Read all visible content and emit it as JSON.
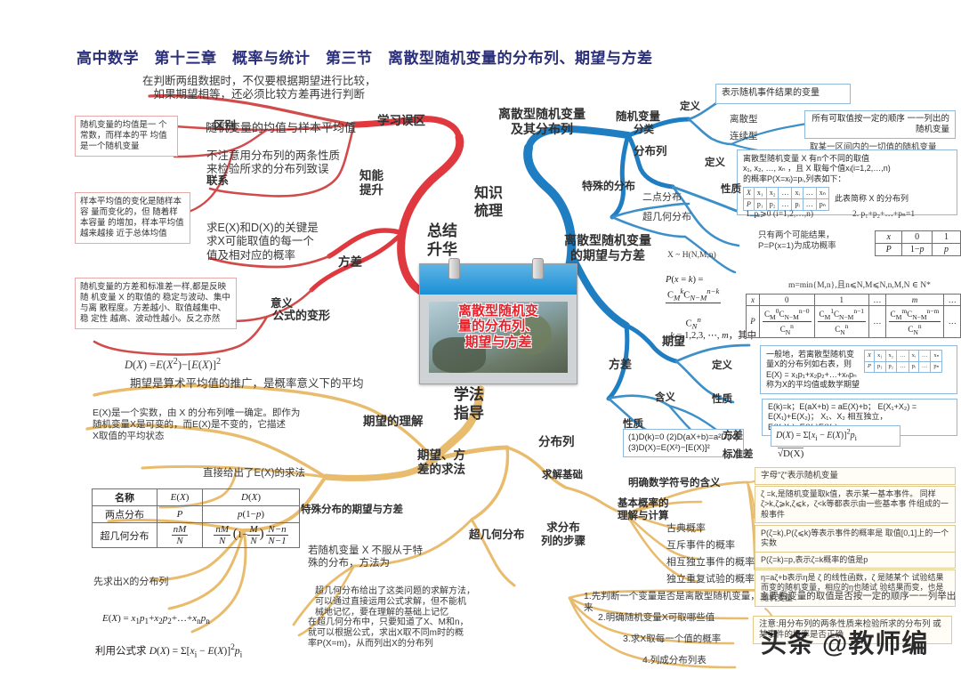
{
  "header": {
    "title": "高中数学　第十三章　概率与统计　第三节　离散型随机变量的分布列、期望与方差"
  },
  "center_card": {
    "line1": "离散型随机变",
    "line2": "量的分布列、",
    "line3": "期望与方差"
  },
  "watermark": "头条 @教师编",
  "colors": {
    "red_branch": "#e0383f",
    "blue_branch": "#1f7ec2",
    "orange_branch": "#e9bb6c",
    "title": "#2b2f7a",
    "card_accent": "#1b8fd6"
  },
  "branches": {
    "summary": "总结\n升华",
    "knowledge": "知识\n梳理",
    "method": "学法\n指导"
  },
  "red": {
    "misconception_node": "学习误区",
    "ability_node": "知能\n提升",
    "top_text": "在判断两组数据时，不仅要根据期望进行比较，\n如果期望相等，还必须比较方差再进行判断",
    "diff_label": "区别",
    "link_label": "联系",
    "mean_node": "随机变量的均值与样本平均值",
    "box_diff": "随机变量的均值是一\n个常数，而样本的平\n均值是一个随机变量",
    "box_link": "样本平均值的变化是随样本容\n量而变化的，但 随着样本容量\n的增加，样本平均值越来越接\n近于总体均值",
    "check_text": "不注意用分布列的两条性质\n来检验所求的分布列致误",
    "key_text": "求E(X)和D(X)的关键是\n求X可能取值的每一个\n值及相对应的概率",
    "variance_node": "方差",
    "meaning_label": "意义",
    "formula_node": "公式的变形",
    "box_variance": "随机变量的方差和标准差一样,都是反映随\n机变量 X 的取值的 稳定与波动、集中与离\n散程度。方差越小、取值越集中、稳 定性\n越高、波动性越小。反之亦然",
    "formula": "D(X) = E(X²) − [E(X)]²"
  },
  "blue": {
    "dist_node": "离散型随机变量\n及其分布列",
    "rv_node": "随机变量",
    "def_label1": "定义",
    "box_def1": "表示随机事件结果的变量",
    "class_label": "分类",
    "discrete": "离散型",
    "continuous": "连续型",
    "box_discrete": "所有可取值按一定的顺序\n一一列出的随机变量",
    "box_continuous": "取某一区间内的一切值的随机变量",
    "dlist_node": "分布列",
    "def_label2": "定义",
    "box_dlist_def": "离散型随机变量 X 有n个不同的取值\nx₁, x₂, …, xₙ ，且 X 取每个值xᵢ(i=1,2,…,n)\n的概率P(X=xᵢ)=pᵢ,列表如下：",
    "dlist_table_caption": "此表简称 X 的分布列",
    "dlist_table": {
      "row_x": [
        "X",
        "x₁",
        "x₂",
        "…",
        "xᵢ",
        "…",
        "xₙ"
      ],
      "row_p": [
        "P",
        "p₁",
        "p₂",
        "…",
        "pᵢ",
        "…",
        "pₙ"
      ]
    },
    "prop_label": "性质",
    "prop1": "1. pᵢ⩾0 (i=1,2,…,n)",
    "prop2": "2. p₁+p₂+…+pₙ=1",
    "special_node": "特殊的分布",
    "twopoint": "二点分布",
    "hyper": "超几何分布",
    "twopoint_text": "只有两个可能结果，\nP=P(x=1)为成功概率",
    "twopoint_table": {
      "row_x": [
        "x",
        "0",
        "1"
      ],
      "row_p": [
        "P",
        "1−p",
        "p"
      ]
    },
    "hyper_formula_line1": "X ~ H(N,M,n)",
    "hyper_formula_line2": "P(x = k) = C_M^k C_{N−M}^{n−k} / C_N^n , k = 1,2,3, …, m，其中",
    "hyper_formula_line3": "m=min{M,n},且n⩽N,M⩽N,n,M,N ∈ N*",
    "hyper_table": {
      "row_x": [
        "x",
        "0",
        "1",
        "…",
        "m",
        "…"
      ],
      "row_p": [
        "P",
        "C_M^0C_{N−M}^{n−0}/C_N^n",
        "C_M^1C_{N−M}^{n−1}/C_N^n",
        "…",
        "C_M^mC_{N−M}^{n−m}/C_N^n",
        "…"
      ]
    },
    "ev_node": "离散型随机变量\n的期望与方差",
    "exp_node": "期望",
    "var_node": "方差",
    "exp_def_label": "定义",
    "box_exp_def": "一般地，若离散型随机变\n量X的分布列如右表，则\nE(X) = x₁p₁+x₂p₂+…+xₙpₙ\n称为X的平均值或数学期望",
    "exp_def_table": {
      "row_x": [
        "X",
        "x₁",
        "x₂",
        "…",
        "xᵢ",
        "…",
        "xₙ"
      ],
      "row_p": [
        "P",
        "p₁",
        "p₂",
        "…",
        "pᵢ",
        "…",
        "pₙ"
      ]
    },
    "exp_prop_label": "性质",
    "box_exp_prop": "E(k)=k；E(aX+b) = aE(X)+b；\nE(X₁+X₂) = E(X₁)+E(X₂)；\nX₁、X₂ 相互独立，E(X₁X₂)=E(X₁)E(X₂)",
    "var_meaning_label": "含义",
    "var_prop_label": "性质",
    "box_var_prop": "(1)D(k)=0\n(2)D(aX+b)=a²D(X)\n(3)D(X)=E(X²)−[E(X)]²",
    "var_sub_label": "方差",
    "var_formula": "D(X) = Σ[xᵢ − E(X)]²pᵢ",
    "std_label": "标准差",
    "std_formula": "√D(X)"
  },
  "orange": {
    "exp_general": "期望是算术平均值的推广，是概率意义下的平均",
    "box_exp_understand": "E(X)是一个实数，由 X 的分布列唯一确定。即作为\n随机变量X是可变的，而E(X)是不变的，它描述\nX取值的平均状态",
    "exp_understand_node": "期望的理解",
    "direct_text": "直接给出了E(X)的求法",
    "method_node": "期望、方\n差的求法",
    "dlist_node": "分布列",
    "special_dist_node": "特殊分布的期望与方差",
    "solve_base": "求解基础",
    "hyper_node": "超几何分布",
    "steps_node": "求分布\n列的步骤",
    "table": {
      "headers": [
        "名称",
        "E(X)",
        "D(X)"
      ],
      "rows": [
        [
          "两点分布",
          "P",
          "p(1−p)"
        ],
        [
          "超几何分布",
          "nM/N",
          "nM/N (1−M/N) (N−n)/(N−1)"
        ]
      ]
    },
    "not_special": "若随机变量 X 不服从于特\n殊的分布，方法为",
    "step_first": "先求出X的分布列",
    "step_ex": "E(X) = x₁p₁+x₂p₂+…+xₙpₙ",
    "step_dx": "利用公式求 D(X) = Σ[xᵢ − E(X)]²pᵢ",
    "hyper_note1": "超几何分布给出了这类问题的求解方法，\n可以通过直接运用公式求解，但不能机\n械地记忆，要在理解的基础上记忆",
    "hyper_note2": "在超几何分布中，只要知道了X、M和n，\n就可以根据公式，求出X取不同m时的概\n率P(X=m)，从而列出X的分布列",
    "symbol_node": "明确数学符号的含义",
    "basic_prob_node": "基本概率的\n理解与计算",
    "classic": "古典概率",
    "exclusive": "互斥事件的概率",
    "independent": "相互独立事件的概率",
    "repeat": "独立重复试验的概率",
    "box_sym1": "字母\"ζ\"表示随机变量",
    "box_sym2": "ζ =k,是随机变量取k值，表示某一基本事件。\n同样ζ>k,ζ⩾k,ζ⩽k，ζ<k等都表示由一些基本事\n件组成的一般事件",
    "box_sym3": "P(ζ=k),P(ζ⩽k)等表示事件的概率是\n取值[0,1]上的一个实数",
    "box_sym4": "P(ζ=k)=p,表示ζ=k概率的值是p",
    "box_sym5": "η=aζ+b表示η是 ζ 的线性函数，ζ 是随某个\n试验结果而变的随机变量，相应的η也随试\n验结果而变，也是随机变量",
    "steps": [
      "1.先判断一个变量是否是离散型随机变量，主要看变量的取值是否按一定的顺序一一列举出来",
      "2.明确随机变量X可取哪些值",
      "3.求X取每一个值的概率",
      "4.列成分布列表"
    ],
    "box_note": "注意:用分布列的两条性质来检验所求的分布列\n或某事件的概率是否正确"
  }
}
